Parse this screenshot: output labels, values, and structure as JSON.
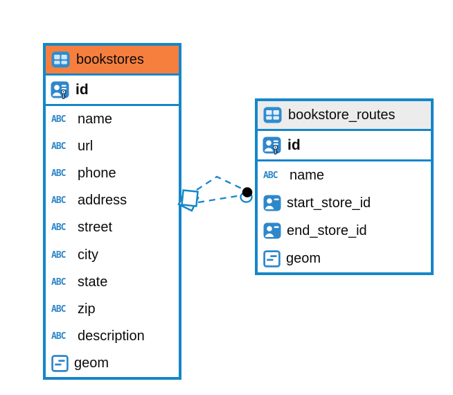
{
  "icons": {
    "text_label": "ABC"
  },
  "colors": {
    "table_border": "#1586C9",
    "bookstores_header_bg": "#F77F3E",
    "routes_header_bg": "#ECECEC",
    "icon_blue": "#2E87CB",
    "connector": "#1586C9",
    "connector_dot": "#000000",
    "text": "#0A0A0A"
  },
  "tables": [
    {
      "title": "bookstores",
      "header_color": "#F77F3E",
      "pk": {
        "label": "id",
        "icon": "person-key-icon"
      },
      "columns": [
        {
          "label": "name",
          "icon": "text-icon"
        },
        {
          "label": "url",
          "icon": "text-icon"
        },
        {
          "label": "phone",
          "icon": "text-icon"
        },
        {
          "label": "address",
          "icon": "text-icon"
        },
        {
          "label": "street",
          "icon": "text-icon"
        },
        {
          "label": "city",
          "icon": "text-icon"
        },
        {
          "label": "state",
          "icon": "text-icon"
        },
        {
          "label": "zip",
          "icon": "text-icon"
        },
        {
          "label": "description",
          "icon": "text-icon"
        },
        {
          "label": "geom",
          "icon": "geometry-icon"
        }
      ]
    },
    {
      "title": "bookstore_routes",
      "header_color": "#ECECEC",
      "pk": {
        "label": "id",
        "icon": "person-key-icon"
      },
      "columns": [
        {
          "label": "name",
          "icon": "text-icon"
        },
        {
          "label": "start_store_id",
          "icon": "person-ref-icon"
        },
        {
          "label": "end_store_id",
          "icon": "person-ref-icon"
        },
        {
          "label": "geom",
          "icon": "geometry-icon"
        }
      ]
    }
  ],
  "relationship": {
    "from_table": "bookstores",
    "to_table": "bookstore_routes",
    "line_style": "dashed"
  }
}
